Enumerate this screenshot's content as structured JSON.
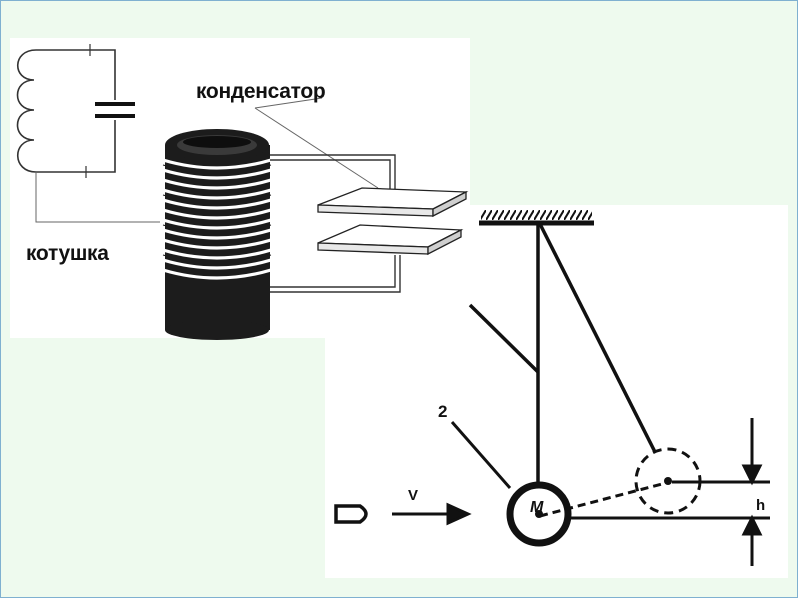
{
  "oscillator": {
    "capacitor_label": "конденсатор",
    "coil_label": "котушка"
  },
  "pendulum": {
    "marker_label": "2",
    "velocity_label": "V",
    "mass_label": "M",
    "height_label": "h"
  }
}
